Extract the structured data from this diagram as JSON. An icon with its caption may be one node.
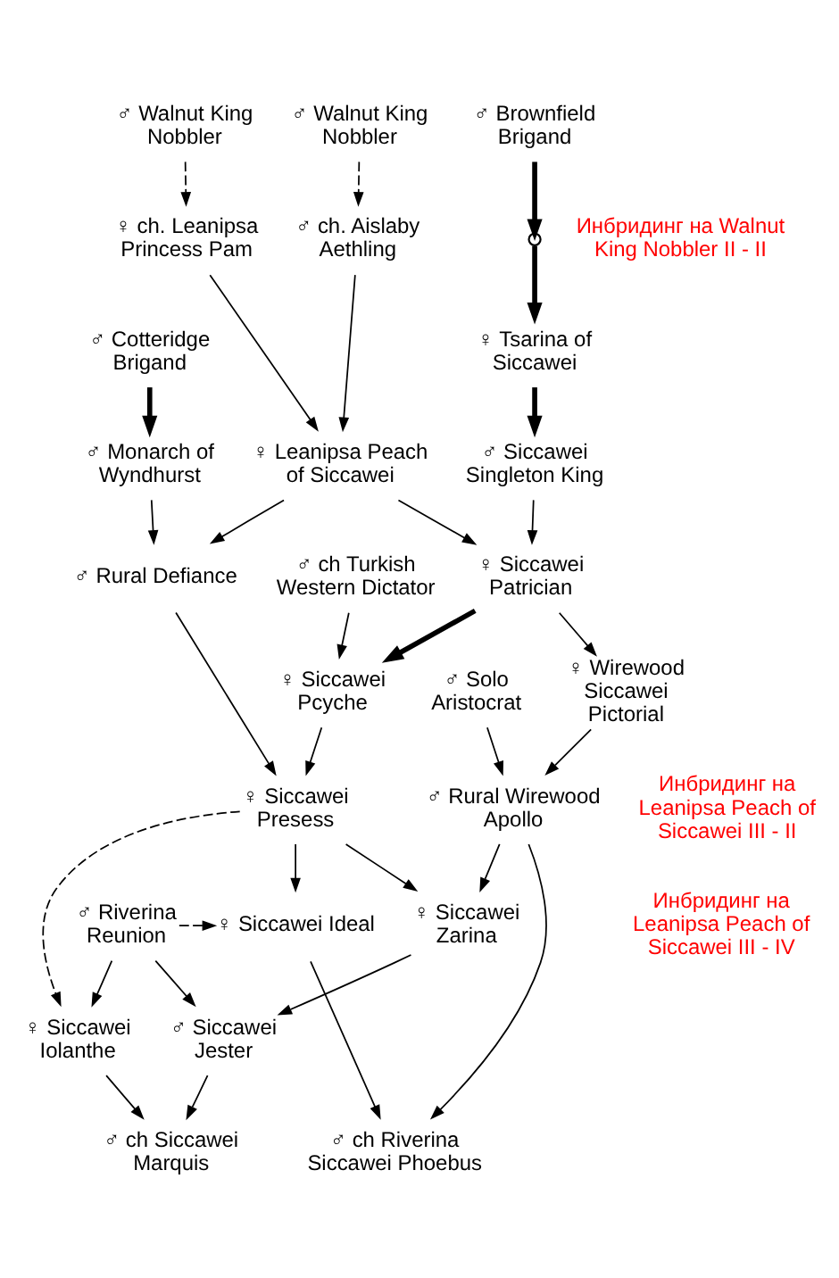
{
  "diagram": {
    "nodes": [
      {
        "text": [
          "♂ Brownfield Brigand"
        ]
      },
      {
        "text": [
          "♂ Walnut King Nobbler"
        ]
      },
      {
        "text": [
          "♂ Walnut King Nobbler"
        ]
      },
      {
        "text": [],
        "shape": "circle"
      },
      {
        "text": [
          "♂ ch. Aislaby Aethling"
        ]
      },
      {
        "text": [
          "♀ ch. Leanipsa Princess Pam"
        ]
      },
      {
        "text": [
          "♀ Tsarina of Siccawei"
        ]
      },
      {
        "text": [
          "♂ Cotteridge Brigand"
        ]
      },
      {
        "text": [
          "♂ Siccawei Singleton King"
        ]
      },
      {
        "text": [
          "♀ Leanipsa Peach of Siccawei"
        ]
      },
      {
        "text": [
          "♂ Monarch of Wyndhurst"
        ]
      },
      {
        "text": [
          "♂ ch Turkish Western Dictator"
        ]
      },
      {
        "text": [
          "♀ Siccawei Patrician"
        ]
      },
      {
        "text": [
          "♂ Rural Defiance"
        ]
      },
      {
        "text": [
          "♂ Solo Aristocrat"
        ]
      },
      {
        "text": [
          "♀ Siccawei Pcyche"
        ]
      },
      {
        "text": [
          "♀ Wirewood Siccawei Pictorial"
        ]
      },
      {
        "text": [
          "♂ Rural Wirewood Apollo"
        ]
      },
      {
        "text": [
          "♀ Siccawei Presess"
        ]
      },
      {
        "text": [
          "♀ Siccawei Zarina"
        ]
      },
      {
        "text": [
          "♂ Riverina Reunion"
        ]
      },
      {
        "text": [
          "♀ Siccawei Ideal"
        ]
      },
      {
        "text": [
          "♂ Siccawei Jester"
        ]
      },
      {
        "text": [
          "♀ Siccawei Iolanthe"
        ]
      },
      {
        "text": [
          "♂ ch Siccawei Marquis"
        ]
      },
      {
        "text": [
          "♂ ch Riverina Siccawei Phoebus"
        ]
      }
    ],
    "edges": [
      {
        "from": 0,
        "to": 3,
        "arrow": "to",
        "style": "thick"
      },
      {
        "from": 3,
        "to": 6,
        "arrow": "to",
        "style": "thick"
      },
      {
        "from": 1,
        "to": 4,
        "arrow": "to",
        "style": "dashed"
      },
      {
        "from": 2,
        "to": 5,
        "arrow": "to",
        "style": "dashed"
      },
      {
        "from": 4,
        "to": 9,
        "arrow": "to"
      },
      {
        "from": 5,
        "to": 9,
        "arrow": "to"
      },
      {
        "from": 6,
        "to": 8,
        "arrow": "to",
        "style": "thick"
      },
      {
        "from": 7,
        "to": 10,
        "arrow": "to",
        "style": "thick"
      },
      {
        "from": 8,
        "to": 12,
        "arrow": "to"
      },
      {
        "from": 9,
        "to": 12,
        "arrow": "to"
      },
      {
        "from": 9,
        "to": 13,
        "arrow": "to"
      },
      {
        "from": 10,
        "to": 13,
        "arrow": "to"
      },
      {
        "from": 11,
        "to": 15,
        "arrow": "to"
      },
      {
        "from": 12,
        "to": 15,
        "arrow": "to",
        "style": "thick"
      },
      {
        "from": 12,
        "to": 16,
        "arrow": "to"
      },
      {
        "from": 14,
        "to": 17,
        "arrow": "to"
      },
      {
        "from": 16,
        "to": 17,
        "arrow": "to"
      },
      {
        "from": 15,
        "to": 18,
        "arrow": "to"
      },
      {
        "from": 13,
        "to": 18,
        "arrow": "to"
      },
      {
        "from": 17,
        "to": 19,
        "arrow": "to"
      },
      {
        "from": 18,
        "to": 19,
        "arrow": "to"
      },
      {
        "from": 17,
        "to": 25,
        "arrow": "to"
      },
      {
        "from": 18,
        "to": 23,
        "arrow": "to",
        "style": "dashed"
      },
      {
        "from": 18,
        "to": 21,
        "arrow": "to"
      },
      {
        "from": 20,
        "to": 21,
        "arrow": "to",
        "style": "dashed"
      },
      {
        "from": 20,
        "to": 23,
        "arrow": "to"
      },
      {
        "from": 20,
        "to": 22,
        "arrow": "to"
      },
      {
        "from": 19,
        "to": 22,
        "arrow": "to"
      },
      {
        "from": 22,
        "to": 24,
        "arrow": "to"
      },
      {
        "from": 23,
        "to": 24,
        "arrow": "to"
      },
      {
        "from": 21,
        "to": 25,
        "arrow": "to"
      }
    ],
    "labels": [
      "Инбридинг на Walnut King Nobbler II - II",
      "Инбридинг на Leanipsa Peach of Siccawei III - II",
      "Инбридинг на Leanipsa Peach of Siccawei III - IV"
    ]
  }
}
